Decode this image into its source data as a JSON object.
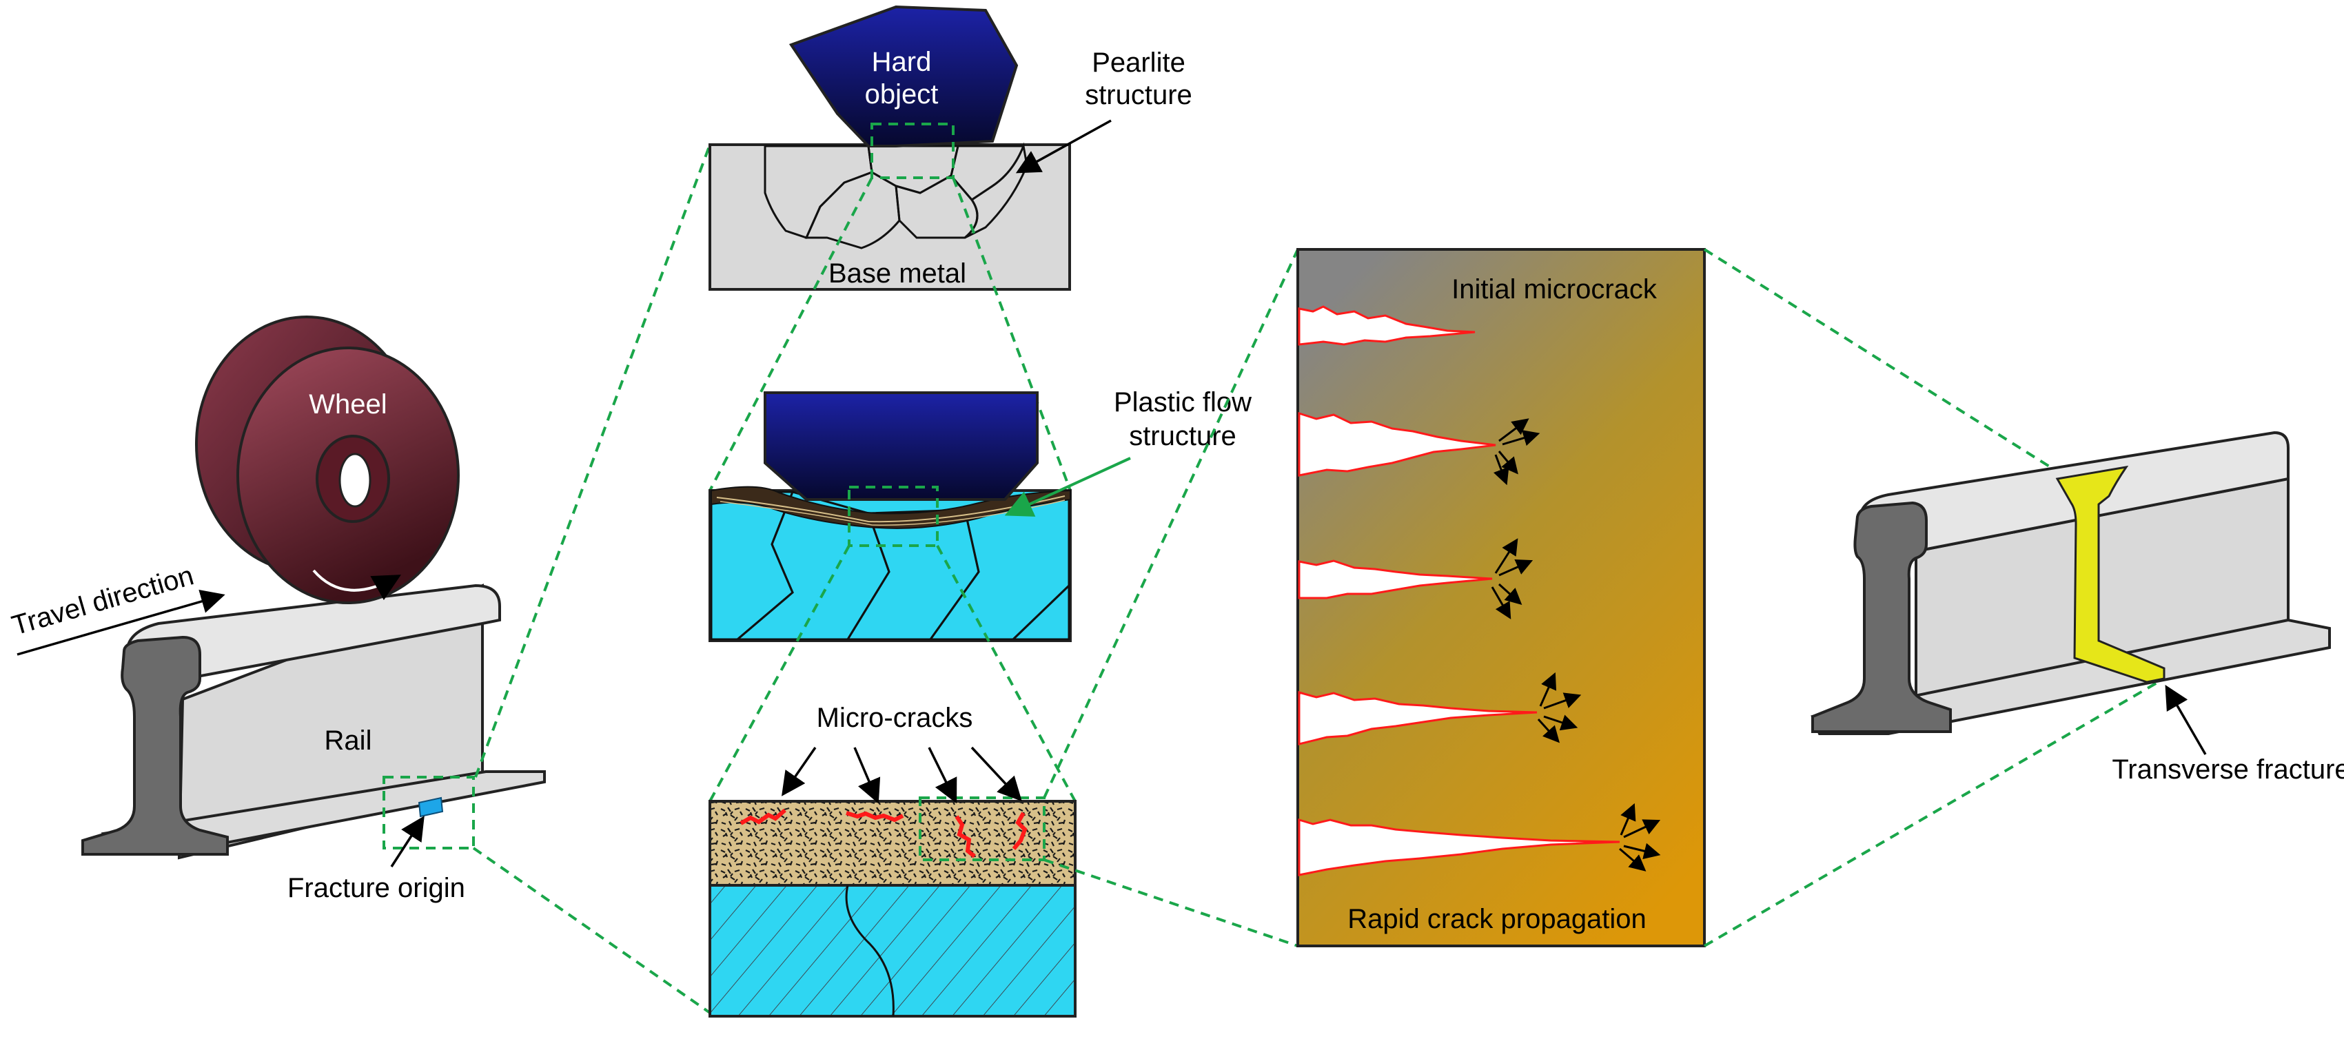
{
  "labels": {
    "travel_direction": "Travel direction",
    "wheel": "Wheel",
    "rail": "Rail",
    "fracture_origin": "Fracture origin",
    "hard_object_line1": "Hard",
    "hard_object_line2": "object",
    "pearlite_line1": "Pearlite",
    "pearlite_line2": "structure",
    "base_metal": "Base metal",
    "plastic_flow_line1": "Plastic flow",
    "plastic_flow_line2": "structure",
    "micro_cracks": "Micro-cracks",
    "initial_microcrack": "Initial microcrack",
    "rapid_crack_propagation": "Rapid crack propagation",
    "transverse_fracture": "Transverse fracture"
  },
  "colors": {
    "wheel": "#7a2f3f",
    "rail": "#d9d9d9",
    "rail_end": "#6b6b6b",
    "grain_fill": "#2fd6f2",
    "hard_object": "#1a1f9e",
    "fracture_origin": "#1ea6e8",
    "transverse_fracture": "#e6e619",
    "crack_panel_top": "#8a8a8a",
    "crack_panel_bottom": "#d4930a",
    "crack_edge": "#ff1a1a",
    "zoom_lines": "#1aa64a"
  }
}
